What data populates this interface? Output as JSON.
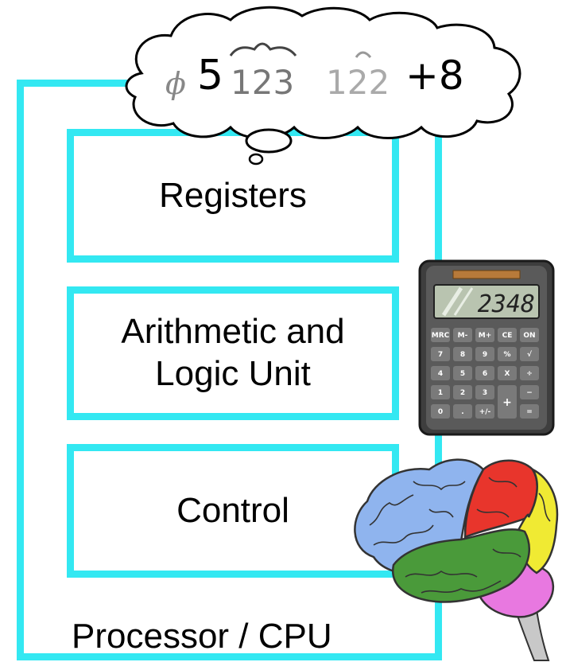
{
  "title": "",
  "cpu": {
    "label": "Processor / CPU",
    "border_color": "#33e8f2"
  },
  "units": {
    "registers": "Registers",
    "alu_line1": "Arithmetic and",
    "alu_line2": "Logic Unit",
    "control": "Control"
  },
  "thought_bubble": {
    "digits": [
      "ϕ",
      "5",
      "123",
      "122",
      "+8"
    ],
    "icon": "thought-cloud-icon"
  },
  "calculator": {
    "display": "2348",
    "keys": [
      "MRC",
      "M-",
      "M+",
      "CE",
      "ON",
      "7",
      "8",
      "9",
      "%",
      "√",
      "4",
      "5",
      "6",
      "X",
      "÷",
      "1",
      "2",
      "3",
      "+",
      "−",
      "0",
      ".",
      "+/-",
      "="
    ],
    "icon": "calculator-icon"
  },
  "brain": {
    "icon": "brain-icon",
    "colors": [
      "#8fb4ee",
      "#e8352c",
      "#f0ea33",
      "#4a9a3a",
      "#e878e0",
      "#c8c8c8"
    ]
  }
}
